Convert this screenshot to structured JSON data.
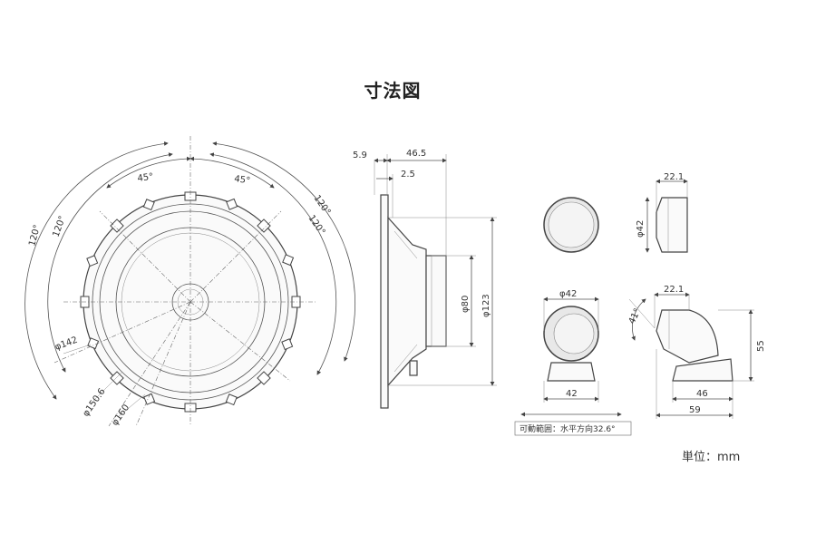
{
  "title": "寸法図",
  "unit_label": "単位：mm",
  "front_view": {
    "angle_labels": [
      "45°",
      "45°",
      "120°",
      "120°",
      "120°",
      "120°"
    ],
    "diameters": [
      "φ142",
      "φ150.6",
      "φ160"
    ]
  },
  "side_view": {
    "dims_top": [
      "5.9",
      "46.5",
      "2.5"
    ],
    "dims_right": [
      "φ80",
      "φ123"
    ]
  },
  "tweeter": {
    "flush_diameter": "φ42",
    "flush_depth": "22.1",
    "surface_diameter": "φ42",
    "surface_base": "42",
    "swivel_range": "可動範囲：水平方向32.6°",
    "angled_depth": "22.1",
    "angled_angle": "41°",
    "angled_height": "55",
    "angled_base": "46",
    "angled_total": "59"
  }
}
